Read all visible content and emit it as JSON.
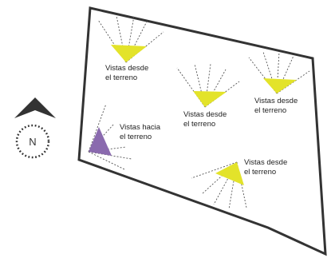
{
  "compass": {
    "letter": "N"
  },
  "views": [
    {
      "id": "view-1",
      "line1": "Vistas desde",
      "line2": "el terreno",
      "kind": "desde",
      "color": "#e3e32a"
    },
    {
      "id": "view-2",
      "line1": "Vistas desde",
      "line2": "el terreno",
      "kind": "desde",
      "color": "#e3e32a"
    },
    {
      "id": "view-3",
      "line1": "Vistas desde",
      "line2": "el terreno",
      "kind": "desde",
      "color": "#e3e32a"
    },
    {
      "id": "view-4",
      "line1": "Vistas hacia",
      "line2": "el terreno",
      "kind": "hacia",
      "color": "#8a6aae"
    },
    {
      "id": "view-5",
      "line1": "Vistas desde",
      "line2": "el terreno",
      "kind": "desde",
      "color": "#e3e32a"
    }
  ],
  "colors": {
    "boundary": "#333333",
    "desde": "#e3e32a",
    "hacia": "#8a6aae"
  }
}
